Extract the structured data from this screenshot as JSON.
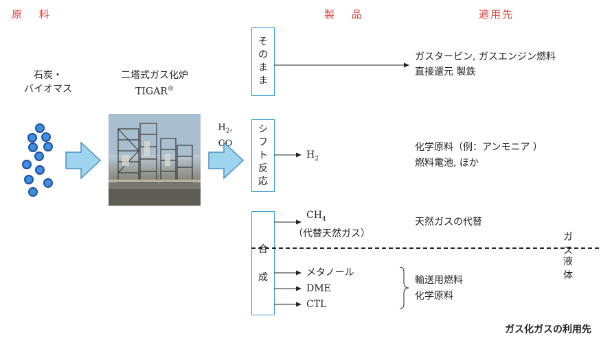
{
  "headers": {
    "raw_material": "原 料",
    "products": "製 品",
    "application": "適用先"
  },
  "feedstock": {
    "line1": "石炭・",
    "line2": "バイオマス"
  },
  "gasifier": {
    "line1": "二塔式ガス化炉",
    "name": "TIGAR",
    "mark": "®"
  },
  "syngas": {
    "h2": "H",
    "h2_sub": "2",
    "h2_comma": ",",
    "co": "CO"
  },
  "boxes": {
    "direct": [
      "そ",
      "の",
      "ま",
      "ま"
    ],
    "shift": [
      "シ",
      "フ",
      "ト",
      "反",
      "応"
    ],
    "synthesis_top": "合",
    "synthesis_bottom": "成"
  },
  "products": {
    "h2": "H",
    "h2_sub": "2",
    "ch4": "CH",
    "ch4_sub": "4",
    "ch4_note": "（代替天然ガス）",
    "methanol": "メタノール",
    "dme": "DME",
    "ctl": "CTL"
  },
  "applications": {
    "direct_1": "ガスタービン, ガスエンジン燃料",
    "direct_2": "直接還元 製鉄",
    "shift_1": "化学原料（例：アンモニア ）",
    "shift_2": "燃料電池, ほか",
    "ch4": "天然ガスの代替",
    "liquid_1": "輸送用燃料",
    "liquid_2": "化学原料"
  },
  "phase": {
    "gas": "ガ ス",
    "liquid": "液 体"
  },
  "caption": "ガス化ガスの利用先",
  "colors": {
    "header": "#e0463a",
    "box_border": "#3b9bd1",
    "arrow_fill": "#9fd4ee",
    "arrow_stroke": "#4a90c4",
    "particle_fill": "#3f8fe0",
    "particle_stroke": "#1f4fa0"
  }
}
